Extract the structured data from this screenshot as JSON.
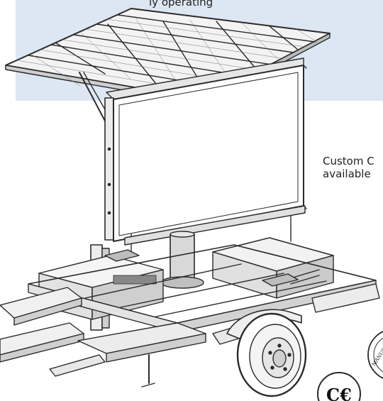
{
  "header": {
    "partial_text": "ly operating"
  },
  "side_note": {
    "line1": "Custom C",
    "line2": "available"
  },
  "badges": {
    "ce_mark": "CE",
    "seal_text": "MANUF"
  },
  "icons": [
    "solar-panel-icon",
    "trailer-icon",
    "ce-mark-icon",
    "seal-icon"
  ],
  "colors": {
    "banner": "#dde7f3",
    "line": "#2a2a2a",
    "text": "#222222"
  }
}
